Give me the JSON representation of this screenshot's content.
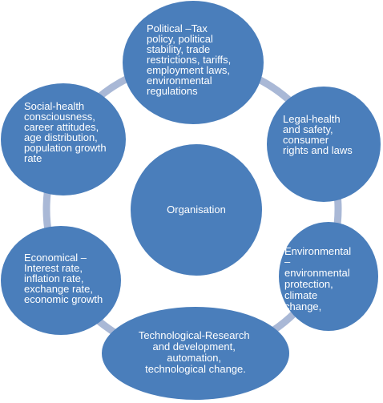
{
  "diagram": {
    "center": {
      "label": "Organisation"
    },
    "nodes": [
      {
        "id": "political",
        "lines": [
          "Political –Tax",
          "policy, political",
          "stability, trade",
          "restrictions, tariffs,",
          "employment laws,",
          "environmental",
          "regulations"
        ]
      },
      {
        "id": "legal",
        "lines": [
          "Legal-health",
          "and safety,",
          "consumer",
          "rights and laws"
        ]
      },
      {
        "id": "environmental",
        "lines": [
          "Environmental",
          "–",
          "environmental",
          "protection,",
          "climate",
          "change,"
        ]
      },
      {
        "id": "technological",
        "lines": [
          "Technological-Research",
          "and development,",
          "automation,",
          "technological change."
        ]
      },
      {
        "id": "economical",
        "lines": [
          "Economical  –",
          "Interest rate,",
          "inflation rate,",
          "exchange rate,",
          "economic growth"
        ]
      },
      {
        "id": "social",
        "lines": [
          "Social-health",
          "consciousness,",
          "career attitudes,",
          "age distribution,",
          "population growth",
          "rate"
        ]
      }
    ],
    "colors": {
      "node": "#4a7ebb",
      "ring": "#a9b8d6",
      "text": "#ffffff"
    }
  }
}
